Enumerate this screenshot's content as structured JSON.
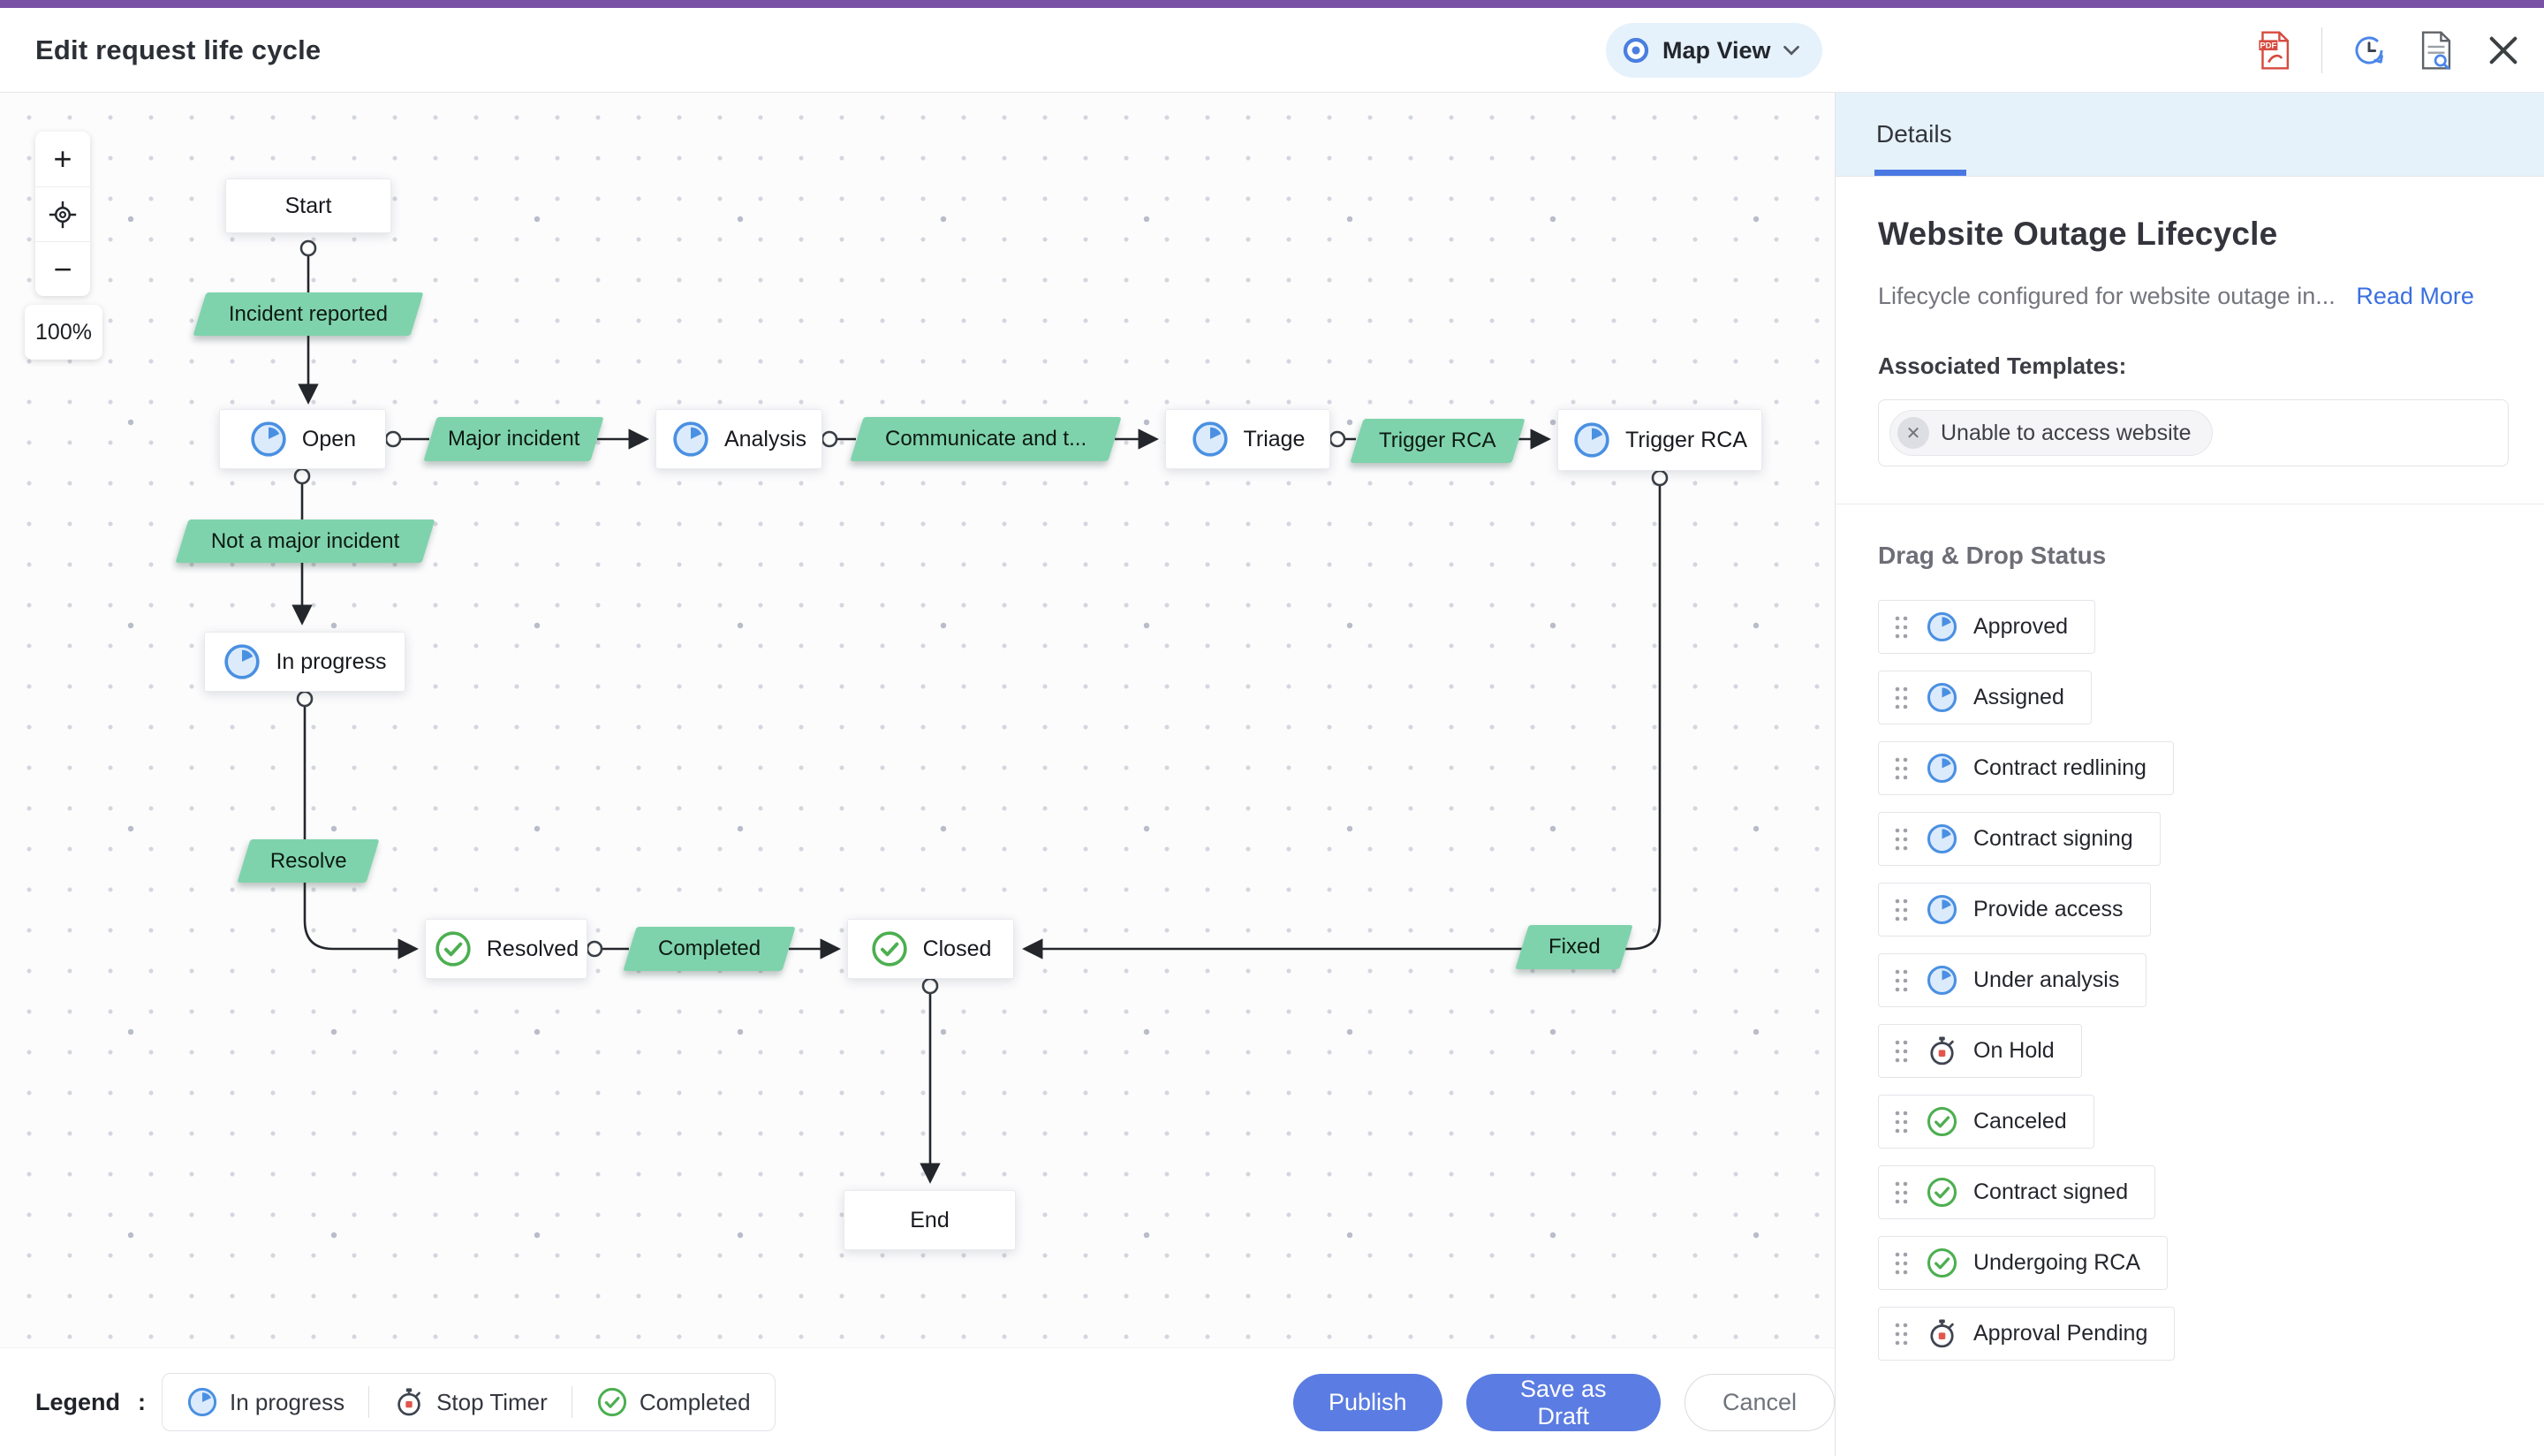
{
  "header": {
    "title": "Edit request life cycle",
    "map_view": {
      "label": "Map View",
      "icon": "eye-icon"
    },
    "actions": {
      "export_pdf_icon": "pdf-export-icon",
      "history_icon": "history-icon",
      "audit_icon": "document-search-icon",
      "close_icon": "close-icon"
    }
  },
  "canvas": {
    "zoom_controls": {
      "zoom_in": "+",
      "zoom_out": "−",
      "recenter_icon": "crosshair-icon",
      "zoom_level": "100%"
    },
    "nodes": [
      {
        "id": "start",
        "label": "Start",
        "icon": null
      },
      {
        "id": "open",
        "label": "Open",
        "icon": "in-progress-pie-icon"
      },
      {
        "id": "analysis",
        "label": "Analysis",
        "icon": "in-progress-pie-icon"
      },
      {
        "id": "triage",
        "label": "Triage",
        "icon": "in-progress-pie-icon"
      },
      {
        "id": "trigger-rca",
        "label": "Trigger RCA",
        "icon": "in-progress-pie-icon"
      },
      {
        "id": "in-progress",
        "label": "In progress",
        "icon": "in-progress-pie-icon"
      },
      {
        "id": "resolved",
        "label": "Resolved",
        "icon": "completed-check-icon"
      },
      {
        "id": "closed",
        "label": "Closed",
        "icon": "completed-check-icon"
      },
      {
        "id": "end",
        "label": "End",
        "icon": null
      }
    ],
    "transitions": [
      {
        "id": "incident-reported",
        "label": "Incident reported"
      },
      {
        "id": "major-incident",
        "label": "Major incident"
      },
      {
        "id": "communicate",
        "label": "Communicate and t..."
      },
      {
        "id": "trigger-rca-transition",
        "label": "Trigger RCA"
      },
      {
        "id": "not-a-major-incident",
        "label": "Not a major incident"
      },
      {
        "id": "resolve",
        "label": "Resolve"
      },
      {
        "id": "completed",
        "label": "Completed"
      },
      {
        "id": "fixed",
        "label": "Fixed"
      }
    ]
  },
  "panel": {
    "tab": "Details",
    "title": "Website Outage Lifecycle",
    "description": "Lifecycle configured for website outage in...",
    "read_more": "Read More",
    "associated_templates_label": "Associated Templates:",
    "templates": [
      {
        "label": "Unable to access website",
        "remove_icon": "close-icon"
      }
    ],
    "drag_drop_heading": "Drag & Drop Status",
    "statuses": [
      {
        "label": "Approved",
        "icon": "in-progress-pie-icon"
      },
      {
        "label": "Assigned",
        "icon": "in-progress-pie-icon"
      },
      {
        "label": "Contract redlining",
        "icon": "in-progress-pie-icon"
      },
      {
        "label": "Contract signing",
        "icon": "in-progress-pie-icon"
      },
      {
        "label": "Provide access",
        "icon": "in-progress-pie-icon"
      },
      {
        "label": "Under analysis",
        "icon": "in-progress-pie-icon"
      },
      {
        "label": "On Hold",
        "icon": "stop-timer-icon"
      },
      {
        "label": "Canceled",
        "icon": "completed-check-icon"
      },
      {
        "label": "Contract signed",
        "icon": "completed-check-icon"
      },
      {
        "label": "Undergoing RCA",
        "icon": "completed-check-icon"
      },
      {
        "label": "Approval Pending",
        "icon": "stop-timer-icon"
      }
    ]
  },
  "footer": {
    "legend_label": "Legend",
    "legend_colon": ":",
    "legend_items": [
      {
        "label": "In progress",
        "icon": "in-progress-pie-icon"
      },
      {
        "label": "Stop Timer",
        "icon": "stop-timer-icon"
      },
      {
        "label": "Completed",
        "icon": "completed-check-icon"
      }
    ],
    "publish_label": "Publish",
    "save_draft_label": "Save as Draft",
    "cancel_label": "Cancel"
  },
  "colors": {
    "top_bar_purple": "#7952A5",
    "primary_button_blue": "#5B7CE2",
    "transition_green": "#7FD3AC",
    "status_in_progress_blue": "#4A90E2",
    "status_completed_green": "#4CAF50",
    "stop_timer_red": "#E2574C",
    "tab_underline_blue": "#4A78E3",
    "panel_tab_bg": "#E6F2FA"
  }
}
